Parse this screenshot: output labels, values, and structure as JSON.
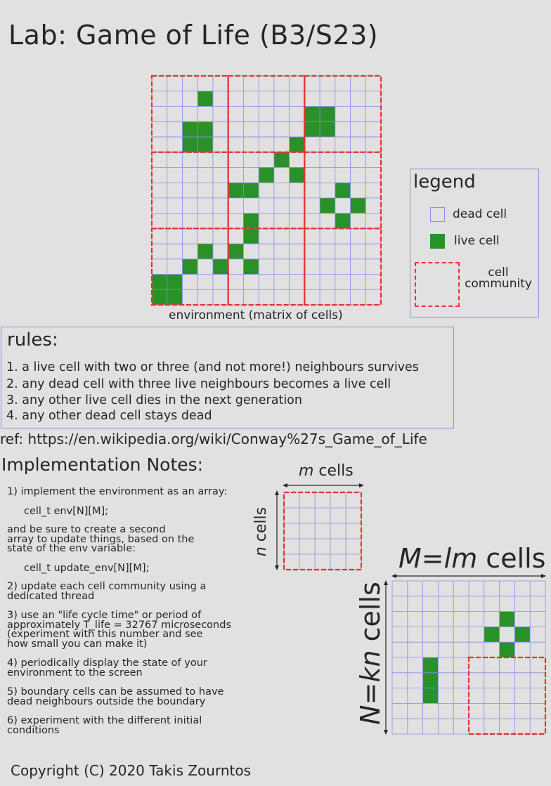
{
  "title": "Lab: Game of Life (B3/S23)",
  "environment": {
    "caption": "environment (matrix of cells)",
    "rows": 15,
    "cols": 15,
    "live_cells": [
      [
        1,
        3
      ],
      [
        3,
        2
      ],
      [
        3,
        3
      ],
      [
        4,
        2
      ],
      [
        4,
        3
      ],
      [
        2,
        10
      ],
      [
        2,
        11
      ],
      [
        3,
        10
      ],
      [
        3,
        11
      ],
      [
        4,
        9
      ],
      [
        5,
        8
      ],
      [
        6,
        7
      ],
      [
        6,
        9
      ],
      [
        7,
        5
      ],
      [
        7,
        6
      ],
      [
        7,
        12
      ],
      [
        8,
        11
      ],
      [
        8,
        13
      ],
      [
        9,
        6
      ],
      [
        9,
        12
      ],
      [
        10,
        6
      ],
      [
        11,
        3
      ],
      [
        11,
        5
      ],
      [
        12,
        2
      ],
      [
        12,
        4
      ],
      [
        12,
        6
      ],
      [
        13,
        0
      ],
      [
        13,
        1
      ],
      [
        14,
        0
      ],
      [
        14,
        1
      ]
    ],
    "communities": {
      "rows": 3,
      "cols": 3,
      "size": 5
    }
  },
  "legend": {
    "title": "legend",
    "dead_label": "dead cell",
    "live_label": "live cell",
    "community_label_1": "cell",
    "community_label_2": "community"
  },
  "rules": {
    "title": "rules:",
    "items": [
      "1. a live cell with two or three (and not more!) neighbours survives",
      "2. any dead cell with three live neighbours becomes a live cell",
      "3. any other live cell dies in the next generation",
      "4. any other dead cell stays dead"
    ]
  },
  "ref": "ref: https://en.wikipedia.org/wiki/Conway%27s_Game_of_Life",
  "implementation": {
    "title": "Implementation Notes:",
    "note1": "1) implement the environment as an array:",
    "code1": "cell_t env[N][M];",
    "note1b_l1": "and be sure to create a second",
    "note1b_l2": "array to update things, based on the",
    "note1b_l3": "state of the env variable:",
    "code2": "cell_t update_env[N][M];",
    "note2_l1": "2) update each cell community using a",
    "note2_l2": "dedicated thread",
    "note3_l1": "3) use an \"life cycle time\" or period of",
    "note3_l2": "approximately T_life = 32767 microseconds",
    "note3_l3": "(experiment with this number and see",
    "note3_l4": "how small you can make it)",
    "note4_l1": "4) periodically display the state of your",
    "note4_l2": "environment to the screen",
    "note5_l1": "5) boundary cells can be assumed to have",
    "note5_l2": "dead neighbours outside the boundary",
    "note6_l1": "6) experiment with the different initial",
    "note6_l2": "conditions"
  },
  "community_diagram": {
    "m_var": "m",
    "m_text": " cells",
    "n_var": "n",
    "n_text": " cells",
    "rows": 5,
    "cols": 5
  },
  "big_diagram": {
    "M_text": "M=",
    "M_var": "lm",
    "M_suffix": " cells",
    "N_text": "N=",
    "N_var": "kn",
    "N_suffix": " cells",
    "rows": 10,
    "cols": 10,
    "live_cells": [
      [
        2,
        7
      ],
      [
        3,
        6
      ],
      [
        3,
        8
      ],
      [
        4,
        7
      ],
      [
        5,
        2
      ],
      [
        6,
        2
      ],
      [
        7,
        2
      ]
    ],
    "community_start": {
      "row": 5,
      "col": 5,
      "size": 5
    }
  },
  "copyright": "Copyright (C) 2020 Takis Zourntos",
  "colors": {
    "background": "#e1e1e1",
    "grid_line": "#8c8ce6",
    "live": "#2a912a",
    "community": "#e8322e",
    "text": "#262626"
  }
}
